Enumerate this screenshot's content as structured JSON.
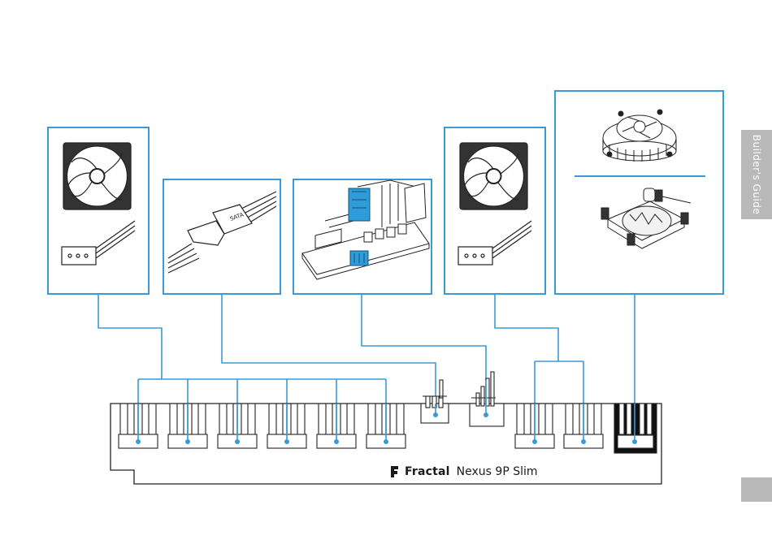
{
  "side_tab": {
    "label": "Builder's Guide"
  },
  "hub": {
    "brand": "Fractal",
    "model": "Nexus 9P Slim"
  },
  "cable_label": "SATA",
  "colors": {
    "accent": "#3a9ad9",
    "line": "#222222",
    "connector_blue": "#2f9bd8",
    "tab_gray": "#b9b9b9"
  },
  "icons": [
    "fan-icon",
    "fan-connector-icon",
    "sata-cable-icon",
    "motherboard-header-icon",
    "cpu-cooler-icon",
    "pump-icon",
    "fractal-logo-icon"
  ]
}
